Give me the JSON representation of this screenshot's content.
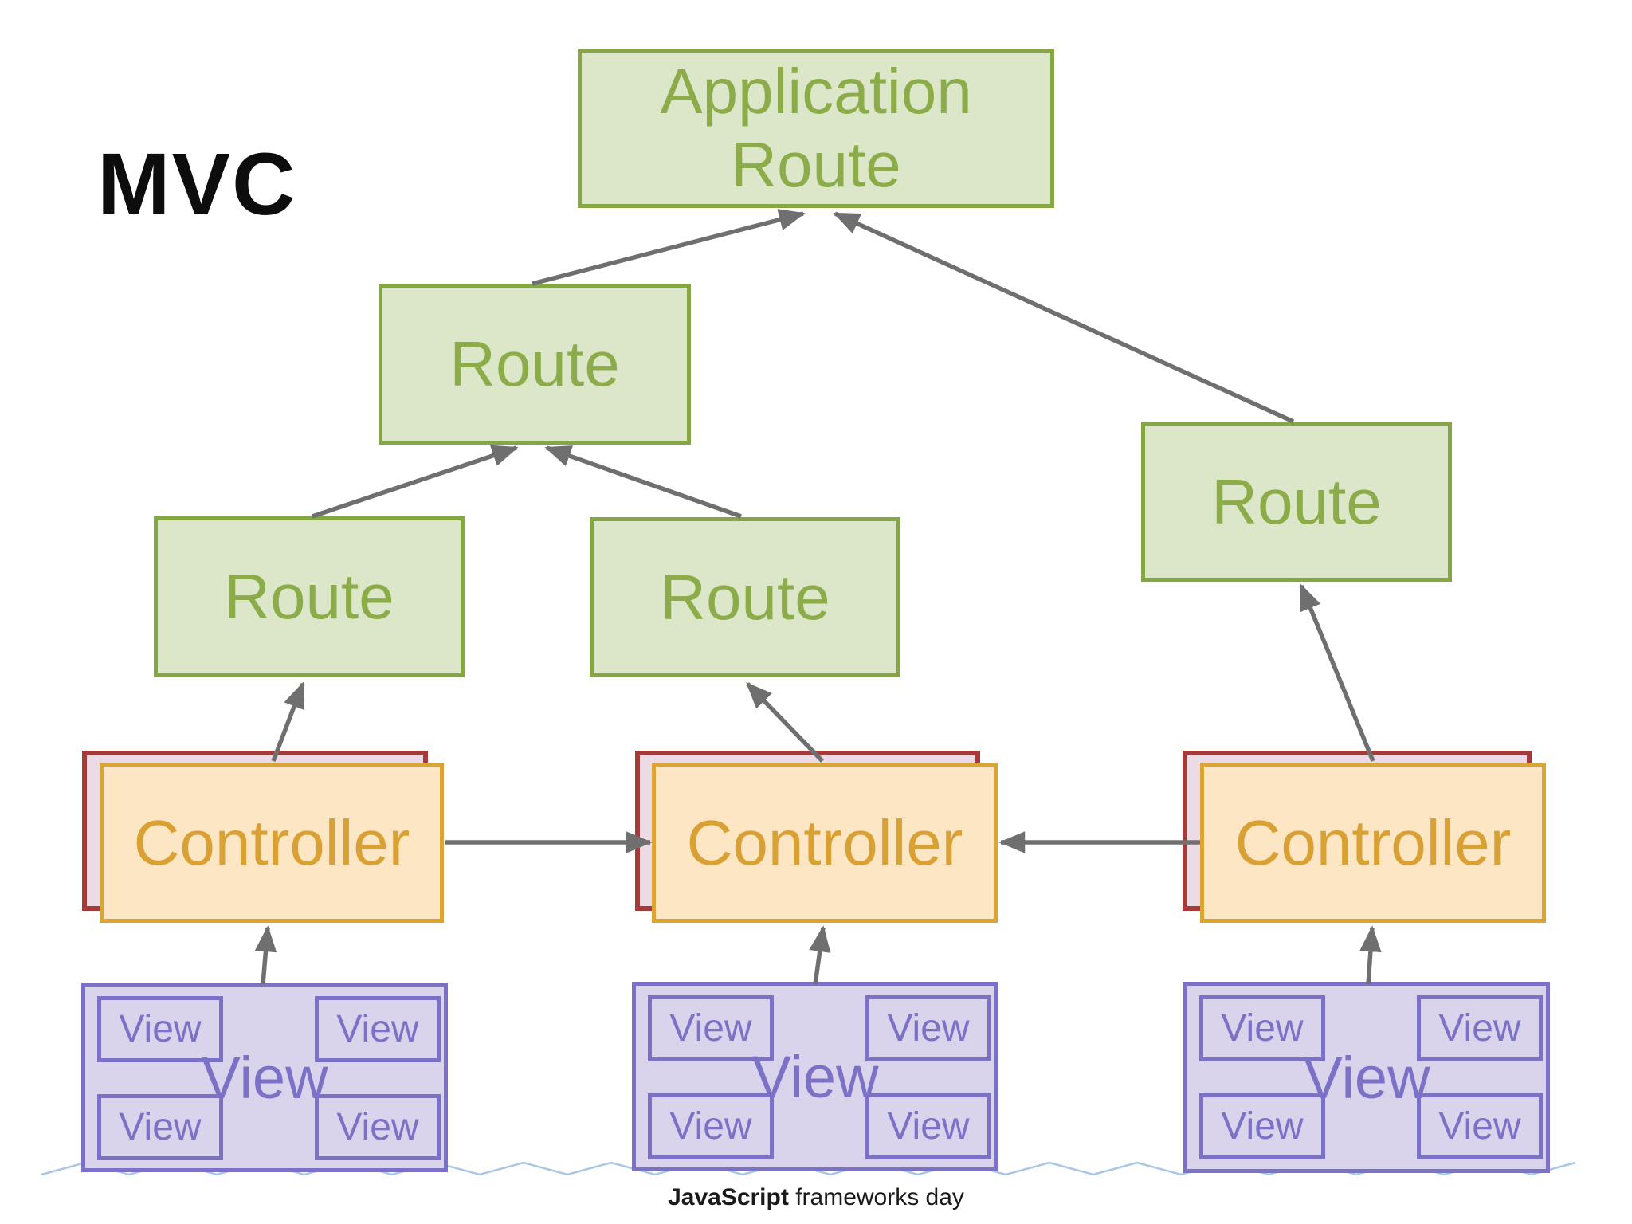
{
  "title": "MVC",
  "diagram": {
    "application_route_label": "Application Route",
    "route_label": "Route",
    "controller_label": "Controller",
    "view_label": "View"
  },
  "footer": {
    "brand_bold": "JavaScript",
    "brand_rest": "frameworks day"
  },
  "colors": {
    "route_fill": "#dbe7c8",
    "route_border": "#85a743",
    "route_text": "#8cac4a",
    "controller_fill": "#fce6c3",
    "controller_border": "#dda431",
    "controller_text": "#d9a134",
    "model_fill": "#ecdae4",
    "model_border": "#a43a3a",
    "view_fill": "#d9d4eb",
    "view_border": "#7b71c6",
    "view_text": "#7b71c6",
    "arrow": "#6f6f6f",
    "zigzag": "#a9c6e4"
  }
}
